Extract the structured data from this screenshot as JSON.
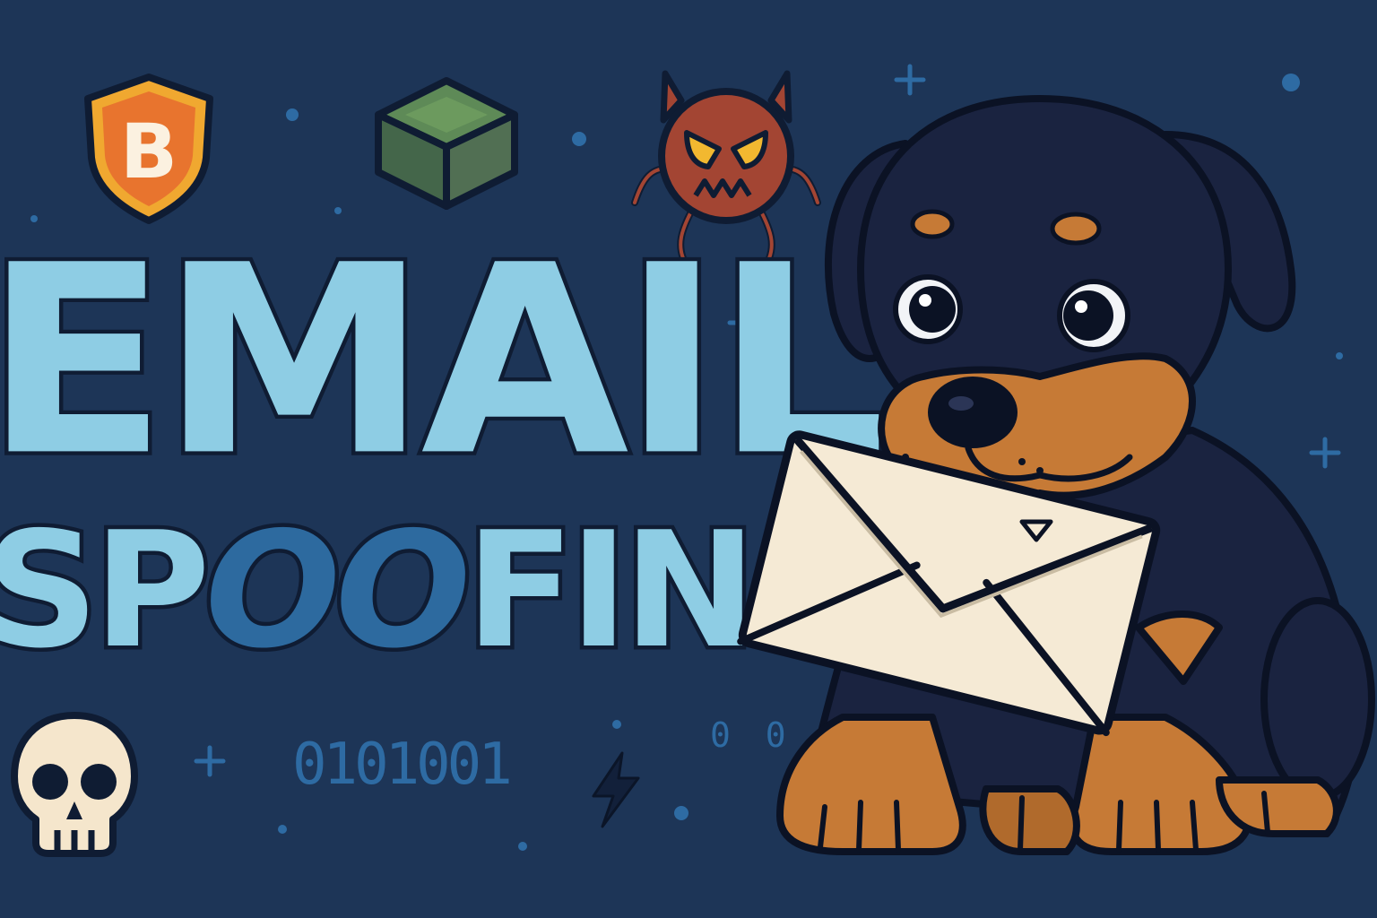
{
  "headline": {
    "line1": "EMAIL",
    "line2_prefix": "SP",
    "line2_o1": "O",
    "line2_o2": "O",
    "line2_suffix": "FING"
  },
  "badge": {
    "letter": "B"
  },
  "binary": {
    "long": "0101001",
    "short": "0 0 1"
  },
  "icons": {
    "shield": "shield-icon",
    "cube": "cube-icon",
    "virus": "virus-icon",
    "skull": "skull-icon",
    "lightning": "lightning-icon",
    "envelope": "envelope-icon",
    "dog": "dog-illustration"
  },
  "colors": {
    "background": "#1d3557",
    "title": "#8ecde4",
    "outline": "#0f1c33",
    "shield": "#e8782e",
    "cube": "#5a7a55",
    "virus": "#a34533",
    "envelope": "#f5ead5",
    "dog_fur": "#1a2340",
    "dog_tan": "#c67a36"
  }
}
